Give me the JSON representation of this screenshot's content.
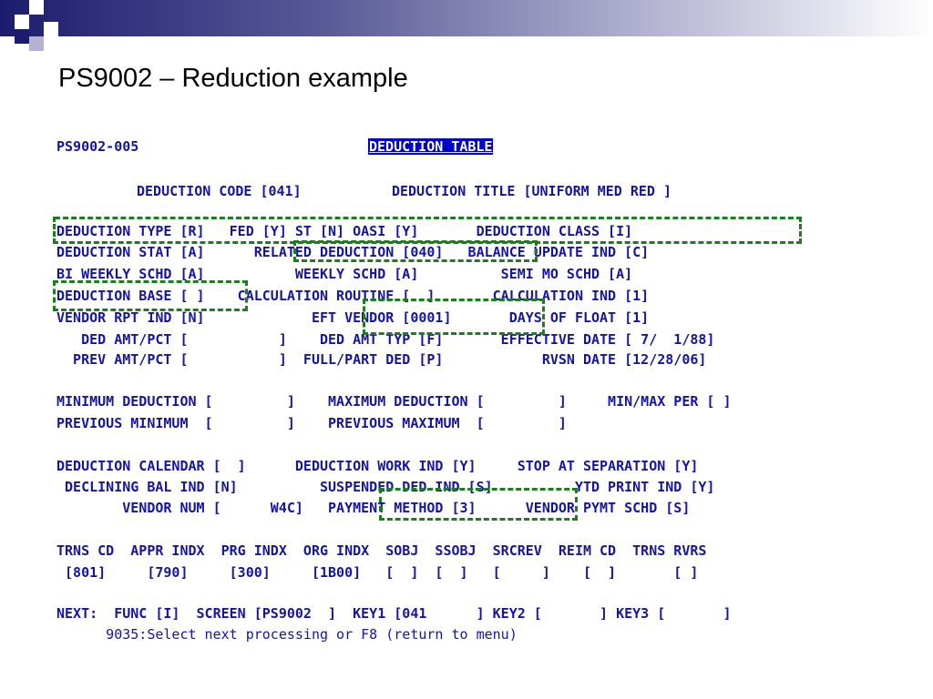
{
  "slide": {
    "title": "PS9002 – Reduction example",
    "accent": "#1c1c6e",
    "terminal_text_color": "#1515a0",
    "highlight_box_color": "#1e7d1e"
  },
  "screen": {
    "id": "PS9002-005",
    "heading": "DEDUCTION TABLE",
    "line_code": "DEDUCTION CODE [041]           DEDUCTION TITLE [UNIFORM MED RED ]",
    "line_type": "DEDUCTION TYPE [R]   FED [Y] ST [N] OASI [Y]       DEDUCTION CLASS [I]",
    "line_stat": "DEDUCTION STAT [A]      RELATED DEDUCTION [040]   BALANCE UPDATE IND [C]",
    "line_biweekly": "BI WEEKLY SCHD [A]           WEEKLY SCHD [A]          SEMI MO SCHD [A]",
    "line_base": "DEDUCTION BASE [ ]    CALCULATION ROUTINE [  ]       CALCULATION IND [1]",
    "line_vendor_rpt": "VENDOR RPT IND [N]             EFT VENDOR [0001]       DAYS OF FLOAT [1]",
    "line_ded_amt": "   DED AMT/PCT [           ]    DED AMT TYP [F]       EFFECTIVE DATE [ 7/  1/88]",
    "line_prev_amt": "  PREV AMT/PCT [           ]  FULL/PART DED [P]            RVSN DATE [12/28/06]",
    "line_min": "MINIMUM DEDUCTION [         ]    MAXIMUM DEDUCTION [         ]     MIN/MAX PER [ ]",
    "line_prev_min": "PREVIOUS MINIMUM  [         ]    PREVIOUS MAXIMUM  [         ]",
    "line_calendar": "DEDUCTION CALENDAR [  ]      DEDUCTION WORK IND [Y]     STOP AT SEPARATION [Y]",
    "line_declining": " DECLINING BAL IND [N]          SUSPENDED DED IND [S]          YTD PRINT IND [Y]",
    "line_vendor_num": "        VENDOR NUM [      W4C]   PAYMENT METHOD [3]      VENDOR PYMT SCHD [S]",
    "line_trns_head": "TRNS CD  APPR INDX  PRG INDX  ORG INDX  SOBJ  SSOBJ  SRCREV  REIM CD  TRNS RVRS",
    "line_trns_vals": " [801]     [790]     [300]     [1B00]   [  ]  [  ]   [     ]    [  ]       [ ]",
    "line_next": "NEXT:  FUNC [I]  SCREEN [PS9002  ]  KEY1 [041      ] KEY2 [       ] KEY3 [       ]",
    "message": "      9035:Select next processing or F8 (return to menu)"
  }
}
